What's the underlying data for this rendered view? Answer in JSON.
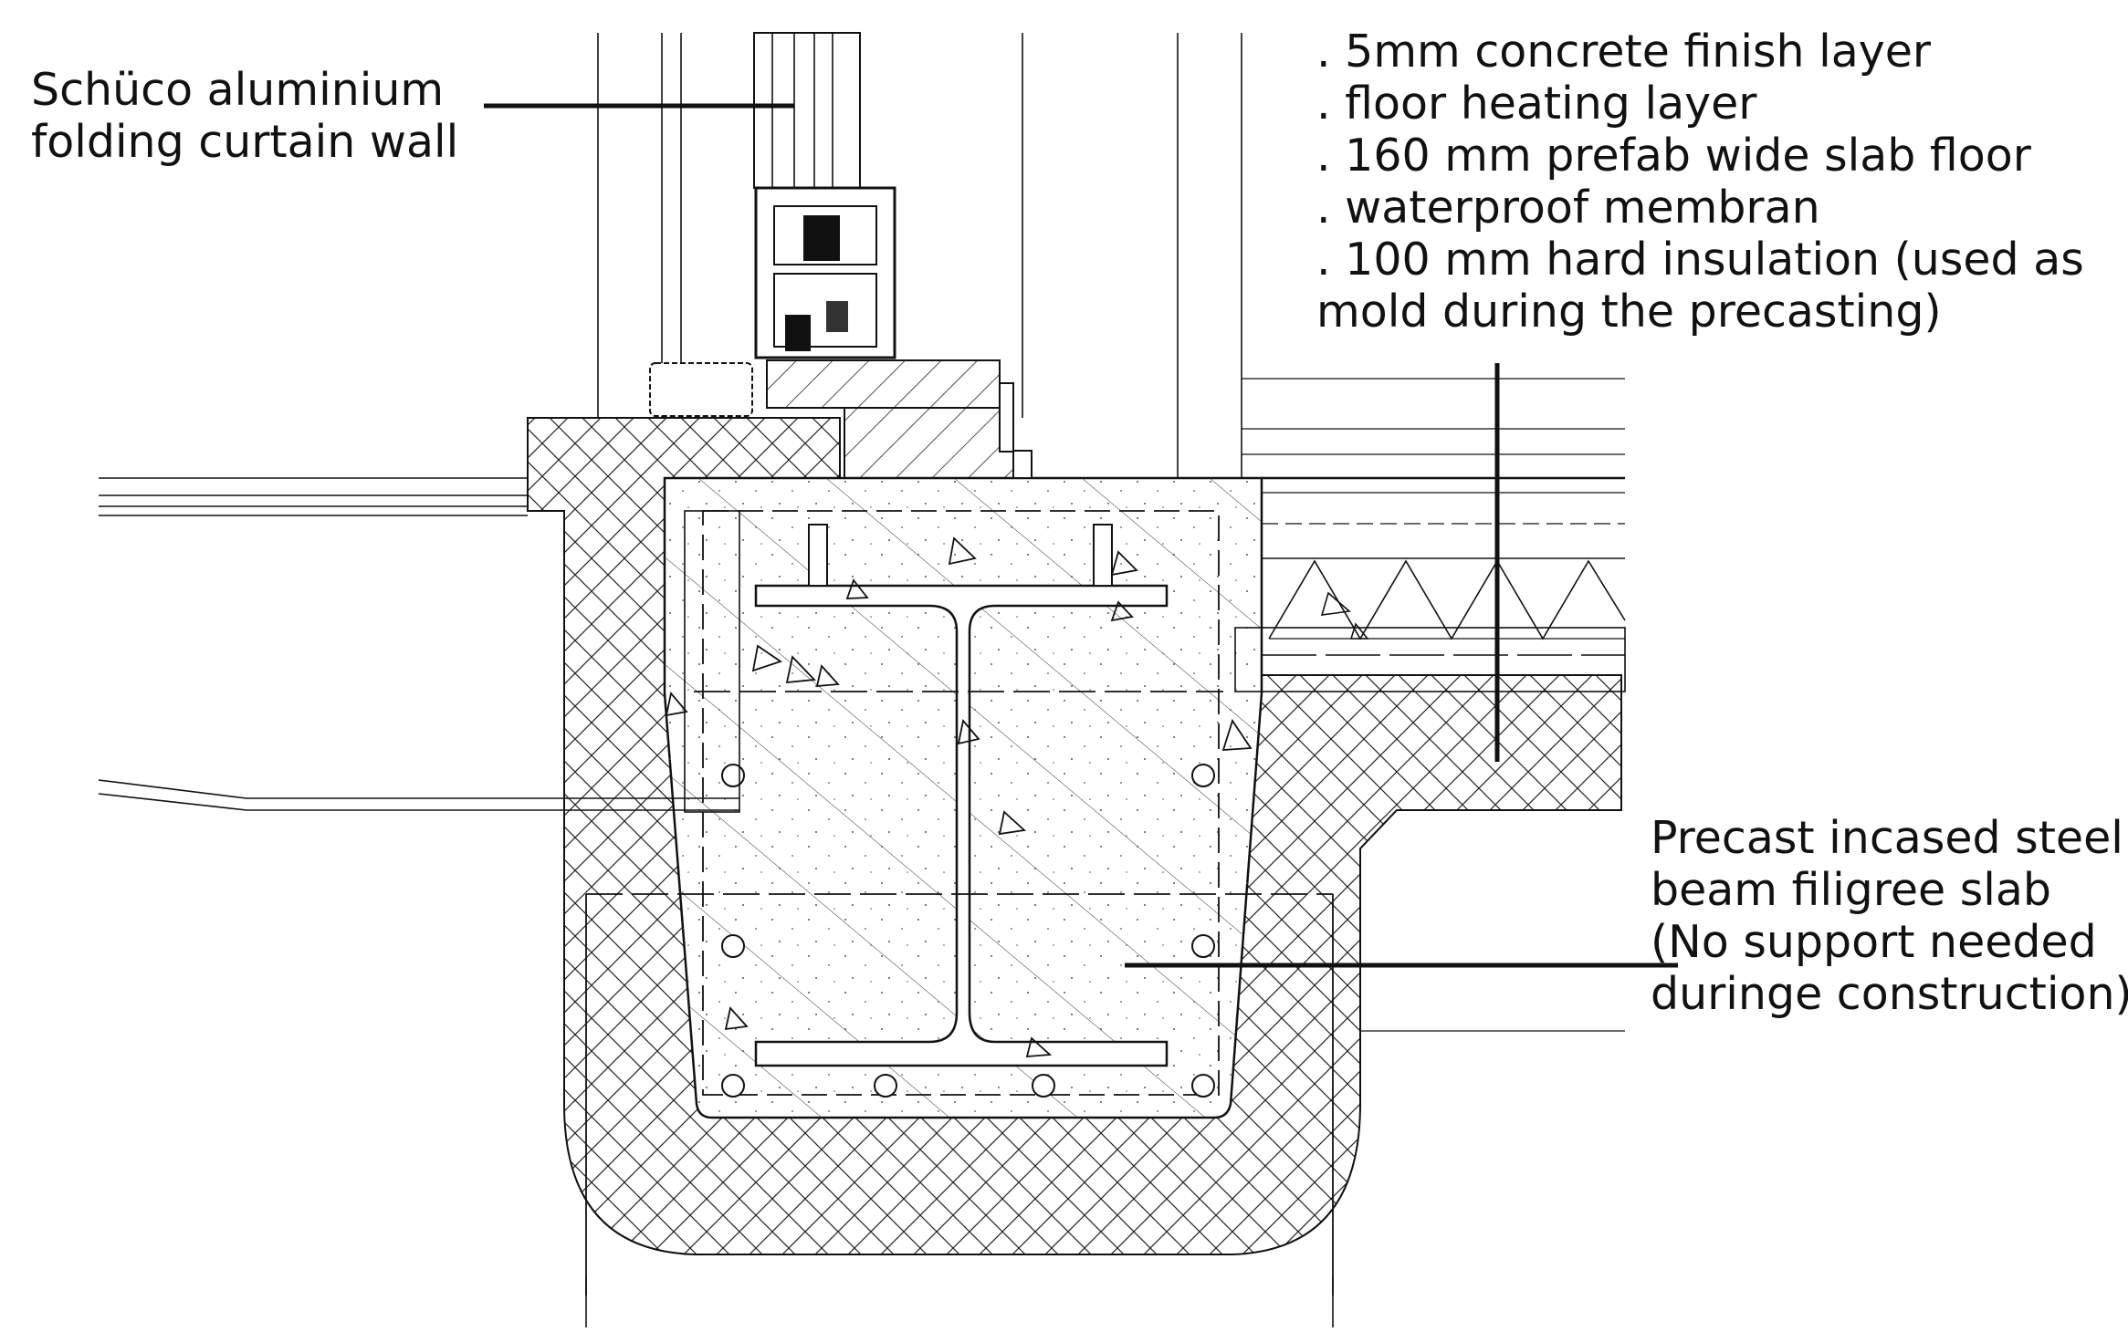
{
  "labels": {
    "curtain_wall": {
      "lines": [
        "Schüco aluminium",
        "folding curtain wall"
      ]
    },
    "floor_layers": {
      "lines": [
        ". 5mm concrete finish layer",
        ". floor heating layer",
        ". 160 mm prefab wide slab floor",
        ". waterproof membran",
        ". 100 mm hard insulation (used as",
        "mold during the precasting)"
      ]
    },
    "filigree_slab": {
      "lines": [
        "Precast incased steel",
        "beam filigree slab",
        "(No support needed",
        "duringe construction)"
      ]
    }
  },
  "colors": {
    "line": "#111111",
    "background": "#ffffff"
  }
}
